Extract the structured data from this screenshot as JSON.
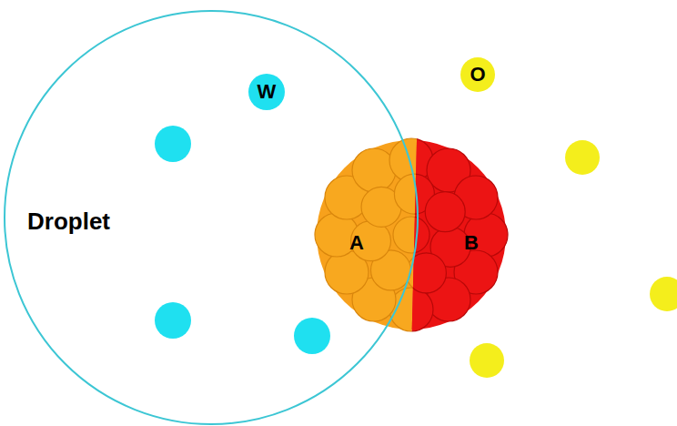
{
  "diagram": {
    "nodes": [
      {
        "text": [
          "Droplet"
        ]
      },
      {
        "text": [
          "W"
        ],
        "in": 0
      },
      {
        "text": [
          "O"
        ]
      },
      {
        "text": [
          "A"
        ]
      },
      {
        "text": [
          "B"
        ]
      }
    ]
  }
}
